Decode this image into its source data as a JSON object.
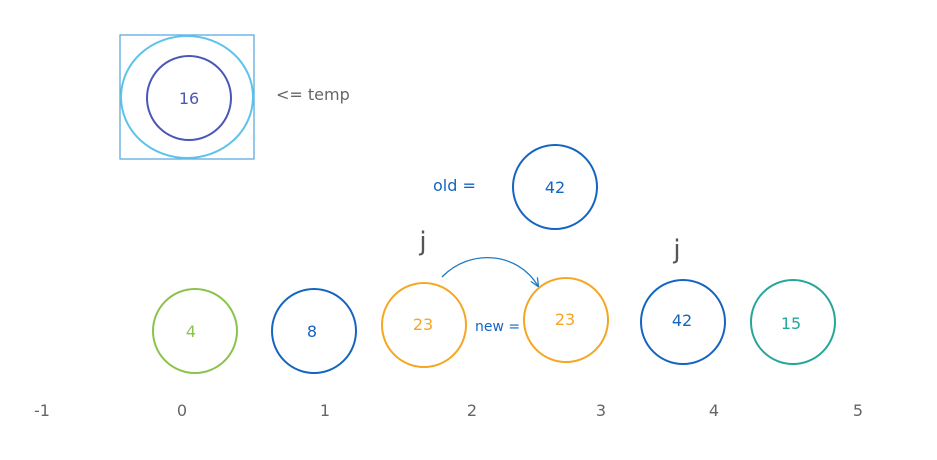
{
  "temp": {
    "value": "16",
    "label": "<= temp"
  },
  "old": {
    "label": "old =",
    "value": "42"
  },
  "j_marker": "j",
  "i_marker": "j",
  "new_label": "new =",
  "array": [
    {
      "value": "4",
      "color": "#8bc34a"
    },
    {
      "value": "8",
      "color": "#1565c0"
    },
    {
      "value": "23",
      "color": "#f5a623"
    },
    {
      "value": "23",
      "color": "#f5a623"
    },
    {
      "value": "42",
      "color": "#1565c0"
    },
    {
      "value": "15",
      "color": "#26a69a"
    }
  ],
  "indices": [
    "-1",
    "0",
    "1",
    "2",
    "3",
    "4",
    "5"
  ],
  "colors": {
    "temp_box": "#4fa3e0",
    "temp_outer": "#5ec3ea",
    "temp_inner": "#4a56b8",
    "old_circle": "#1565c0",
    "label_blue": "#1565c0",
    "gray_text": "#666666"
  }
}
